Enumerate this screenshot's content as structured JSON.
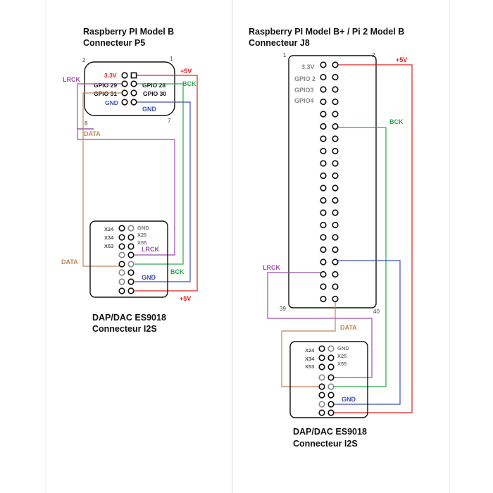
{
  "colors": {
    "red": "#e02020",
    "green": "#2aa84a",
    "blue": "#3c4fae",
    "purple": "#9b4ea9",
    "brown": "#c0855a",
    "gray": "#8a8a8a",
    "black": "#111111"
  },
  "left": {
    "title_line1": "Raspberry PI Model B",
    "title_line2": "Connecteur P5",
    "pin_corner_top_left": "2",
    "pin_corner_top_right": "1",
    "pin_corner_bottom_left": "8",
    "pin_corner_bottom_right": "7",
    "pin_3v3": "3.3V",
    "pin_gpio28": "GPIO 28",
    "pin_gpio29": "GPIO 29",
    "pin_gpio30": "GPIO 30",
    "pin_gpio31": "GPIO 31",
    "pin_gnd_left": "GND",
    "pin_gnd_right": "GND",
    "wire_5v_top": "+5V",
    "wire_bck_top": "BCK",
    "wire_lrck_top": "LRCK",
    "wire_data_top": "DATA",
    "dac_x24": "X24",
    "dac_x34": "X34",
    "dac_x53": "X53",
    "dac_gnd": "GND",
    "dac_x25": "X25",
    "dac_x55": "X55",
    "wire_lrck_dac": "LRCK",
    "wire_data_dac": "DATA",
    "wire_bck_dac": "BCK",
    "wire_gnd_dac": "GND",
    "wire_5v_dac": "+5V",
    "dac_title_line1": "DAP/DAC ES9018",
    "dac_title_line2": "Connecteur I2S"
  },
  "right": {
    "title_line1": "Raspberry PI Model B+ /  Pi 2 Model B",
    "title_line2": "Connecteur J8",
    "pin_corner_1": "1",
    "pin_corner_2": "2",
    "pin_corner_39": "39",
    "pin_corner_40": "40",
    "pin_3v3": "3.3V",
    "pin_gpio2": "GPIO 2",
    "pin_gpio3": "GPIO3",
    "pin_gpio4": "GPIO4",
    "wire_5v_top": "+5V",
    "wire_bck": "BCK",
    "wire_lrck": "LRCK",
    "wire_data": "DATA",
    "dac_x24": "X24",
    "dac_x34": "X34",
    "dac_x53": "X53",
    "dac_gnd": "GND",
    "dac_x25": "X25",
    "dac_x55": "X55",
    "wire_gnd_dac": "GND",
    "dac_title_line1": "DAP/DAC ES9018",
    "dac_title_line2": "Connecteur I2S"
  }
}
